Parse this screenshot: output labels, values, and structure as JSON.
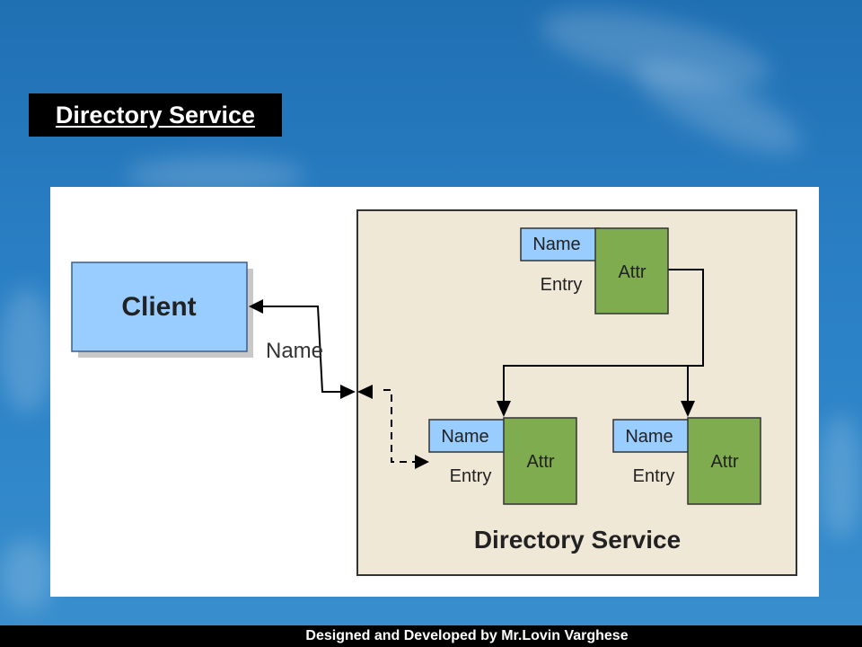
{
  "slide": {
    "title": "Directory Service",
    "footer": "Designed and Developed by Mr.Lovin Varghese"
  },
  "diagram": {
    "client_label": "Client",
    "name_arrow_label": "Name",
    "service_label": "Directory Service",
    "entries": [
      {
        "name": "Name",
        "attr": "Attr",
        "entry": "Entry"
      },
      {
        "name": "Name",
        "attr": "Attr",
        "entry": "Entry"
      },
      {
        "name": "Name",
        "attr": "Attr",
        "entry": "Entry"
      }
    ]
  },
  "colors": {
    "client_fill": "#99ccff",
    "name_fill": "#99ccff",
    "attr_fill": "#7fac4f",
    "service_fill": "#efe8d6"
  }
}
